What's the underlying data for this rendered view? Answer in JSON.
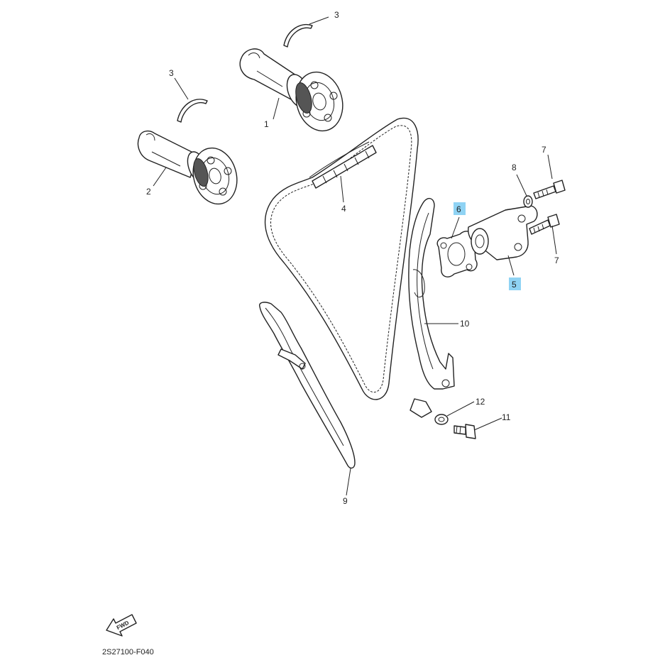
{
  "callouts": {
    "c1": "1",
    "c2": "2",
    "c3a": "3",
    "c3b": "3",
    "c4": "4",
    "c5": "5",
    "c6": "6",
    "c7a": "7",
    "c7b": "7",
    "c8": "8",
    "c9": "9",
    "c10": "10",
    "c11": "11",
    "c12": "12"
  },
  "highlight_color": "#8fd3f4",
  "fwd_label": "FWD",
  "diagram_code": "2S27100-F040"
}
